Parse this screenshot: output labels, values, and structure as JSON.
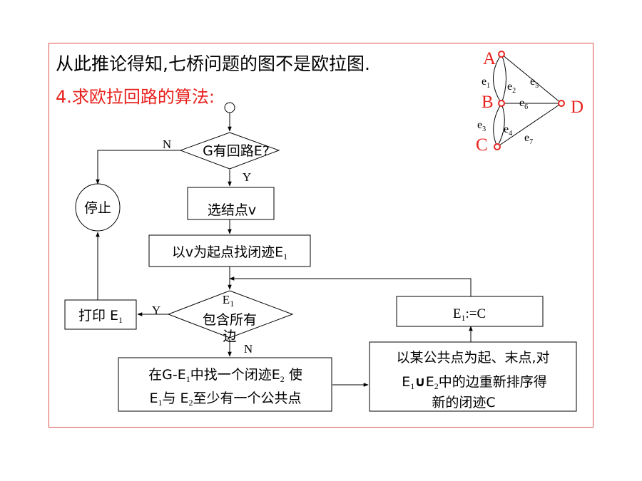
{
  "heading": "从此推论得知,七桥问题的图不是欧拉图.",
  "subheading": "4.求欧拉回路的算法:",
  "flowchart": {
    "decision1": {
      "text": "G有回路E?",
      "no_label": "N",
      "yes_label": "Y"
    },
    "stop": "停止",
    "select_node": "选结点v",
    "find_trail": {
      "prefix": "以v为起点找闭迹E",
      "sub": "1"
    },
    "decision2": {
      "line1_prefix": "E",
      "line1_sub": "1",
      "line2": "包含所有",
      "line3": "边",
      "yes_label": "Y",
      "no_label": "N"
    },
    "print": {
      "prefix": "打印 E",
      "sub": "1"
    },
    "assign": {
      "prefix": "E",
      "sub": "1",
      "suffix": ":=C"
    },
    "find_in_rest": {
      "line1": [
        "在G-E",
        "1",
        "中找一个闭迹E",
        "2",
        " 使"
      ],
      "line2": [
        "E",
        "1",
        "与 E",
        "2",
        "至少有一个公共点"
      ]
    },
    "reorder": {
      "line1": "以某公共点为起、末点,对",
      "line2": [
        "E",
        "1",
        "∪",
        "E",
        "2",
        "中的边重新排序得"
      ],
      "line3": "新的闭迹C"
    }
  },
  "graph": {
    "nodes": [
      "A",
      "B",
      "C",
      "D"
    ],
    "edges": [
      {
        "base": "e",
        "sub": "1"
      },
      {
        "base": "e",
        "sub": "2"
      },
      {
        "base": "e",
        "sub": "3"
      },
      {
        "base": "e",
        "sub": "4"
      },
      {
        "base": "e",
        "sub": "5"
      },
      {
        "base": "e",
        "sub": "6"
      },
      {
        "base": "e",
        "sub": "7"
      }
    ]
  },
  "colors": {
    "frame": "#d9534f",
    "accent": "#e8231f",
    "line": "#000000"
  }
}
